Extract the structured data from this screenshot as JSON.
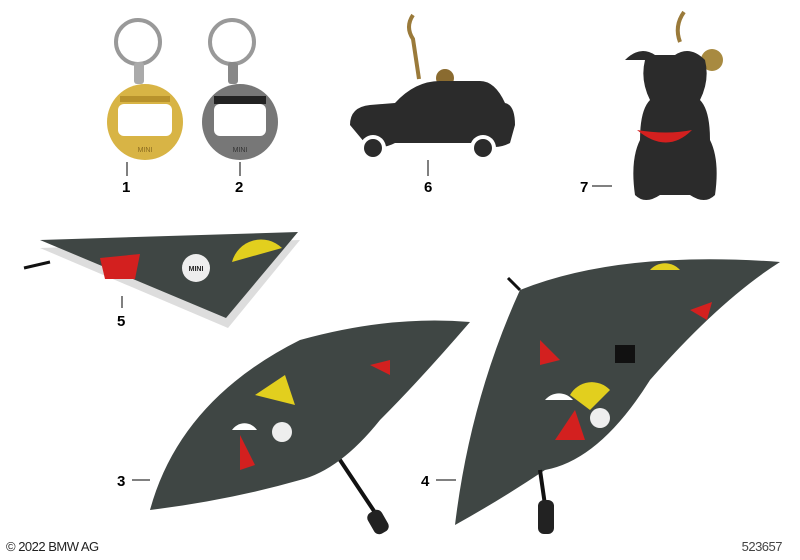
{
  "labels": {
    "item1": "1",
    "item2": "2",
    "item3": "3",
    "item4": "4",
    "item5": "5",
    "item6": "6",
    "item7": "7"
  },
  "brand_text": "MINI",
  "footer": {
    "copyright": "© 2022 BMW AG",
    "diagram_id": "523657"
  },
  "colors": {
    "canopy": "#3f4644",
    "accent_yellow": "#e2cf1e",
    "accent_red": "#d3201f",
    "gold": "#d8b445",
    "leather": "#2b2b2b"
  }
}
